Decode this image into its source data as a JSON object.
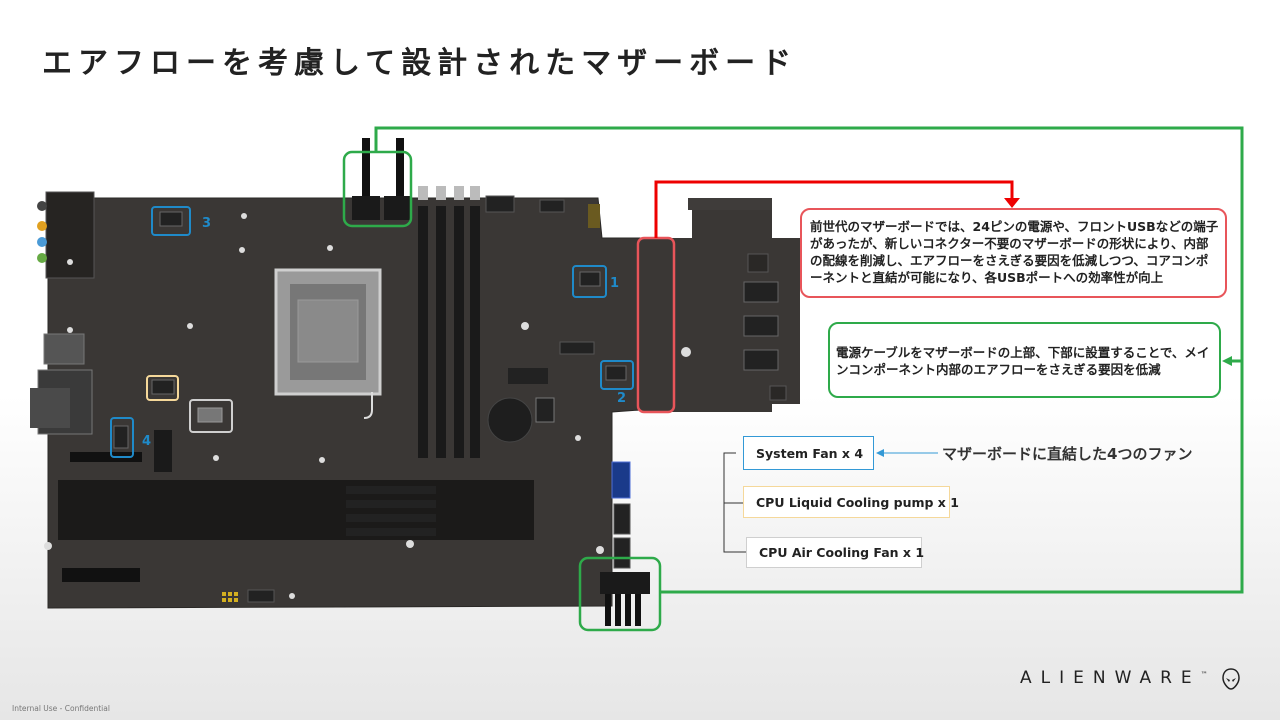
{
  "title": "エアフローを考慮して設計されたマザーボード",
  "callouts": {
    "red": "前世代のマザーボードでは、24ピンの電源や、フロントUSBなどの端子があったが、新しいコネクター不要のマザーボードの形状により、内部の配線を削減し、エアフローをさえぎる要因を低減しつつ、コアコンポーネントと直結が可能になり、各USBポートへの効率性が向上",
    "green": "電源ケーブルをマザーボードの上部、下部に設置することで、メインコンポーネント内部のエアフローをさえぎる要因を低減"
  },
  "fan_headers": {
    "labels": [
      "1",
      "2",
      "3",
      "4"
    ]
  },
  "fans": {
    "system": "System Fan x 4",
    "pump": "CPU Liquid Cooling pump x 1",
    "air": "CPU Air Cooling Fan x 1",
    "caption": "マザーボードに直結した4つのファン"
  },
  "brand": "ALIENWARE",
  "brand_tm": "™",
  "footer": "Internal Use - Confidential",
  "colors": {
    "board": "#3a3735",
    "red_highlight": "#e8555a",
    "green_highlight": "#2eaa4a",
    "blue_highlight": "#1f8ac9",
    "pump_highlight": "#f5d89a",
    "air_highlight": "#cfcfcf"
  }
}
